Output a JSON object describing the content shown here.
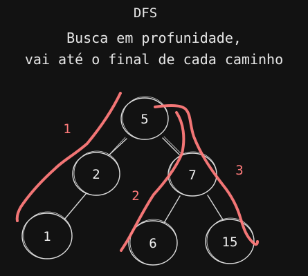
{
  "title": "DFS",
  "subtitle_lines": [
    "Busca em profunidade,",
    "vai até o final de cada caminho"
  ],
  "tree": {
    "nodes": [
      {
        "id": "n5",
        "label": "5"
      },
      {
        "id": "n2",
        "label": "2"
      },
      {
        "id": "n7",
        "label": "7"
      },
      {
        "id": "n1",
        "label": "1"
      },
      {
        "id": "n6",
        "label": "6"
      },
      {
        "id": "n15",
        "label": "15"
      }
    ],
    "edges": [
      [
        "n5",
        "n2"
      ],
      [
        "n5",
        "n7"
      ],
      [
        "n2",
        "n1"
      ],
      [
        "n7",
        "n6"
      ],
      [
        "n7",
        "n15"
      ]
    ]
  },
  "paths": [
    {
      "label": "1",
      "color": "#ff7b7b"
    },
    {
      "label": "2",
      "color": "#ff7b7b"
    },
    {
      "label": "3",
      "color": "#ff7b7b"
    }
  ],
  "colors": {
    "background": "#121212",
    "node_stroke": "#dcdcdc",
    "path_stroke": "#ff7b7b"
  }
}
